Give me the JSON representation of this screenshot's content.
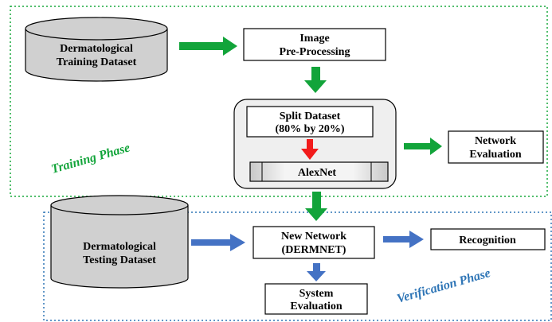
{
  "training_dataset": {
    "line1": "Dermatological",
    "line2": "Training Dataset"
  },
  "image_preprocessing": {
    "line1": "Image",
    "line2": "Pre-Processing"
  },
  "split_dataset": {
    "line1": "Split Dataset",
    "line2": "(80% by 20%)"
  },
  "alexnet": {
    "label": "AlexNet"
  },
  "network_evaluation": {
    "line1": "Network",
    "line2": "Evaluation"
  },
  "testing_dataset": {
    "line1": "Dermatological",
    "line2": "Testing Dataset"
  },
  "new_network": {
    "line1": "New Network",
    "line2": "(DERMNET)"
  },
  "recognition": {
    "label": "Recognition"
  },
  "system_evaluation": {
    "line1": "System",
    "line2": "Evaluation"
  },
  "phases": {
    "training": "Training Phase",
    "verification": "Verification Phase"
  },
  "colors": {
    "green_arrow": "#12a43a",
    "red_arrow": "#f21b1b",
    "blue_arrow": "#4472c4",
    "training_border": "#19a83d",
    "verification_border": "#2e75b6",
    "training_text": "#12a43a",
    "verification_text": "#2e75b6",
    "cylinder_fill": "#d0d0d0"
  }
}
